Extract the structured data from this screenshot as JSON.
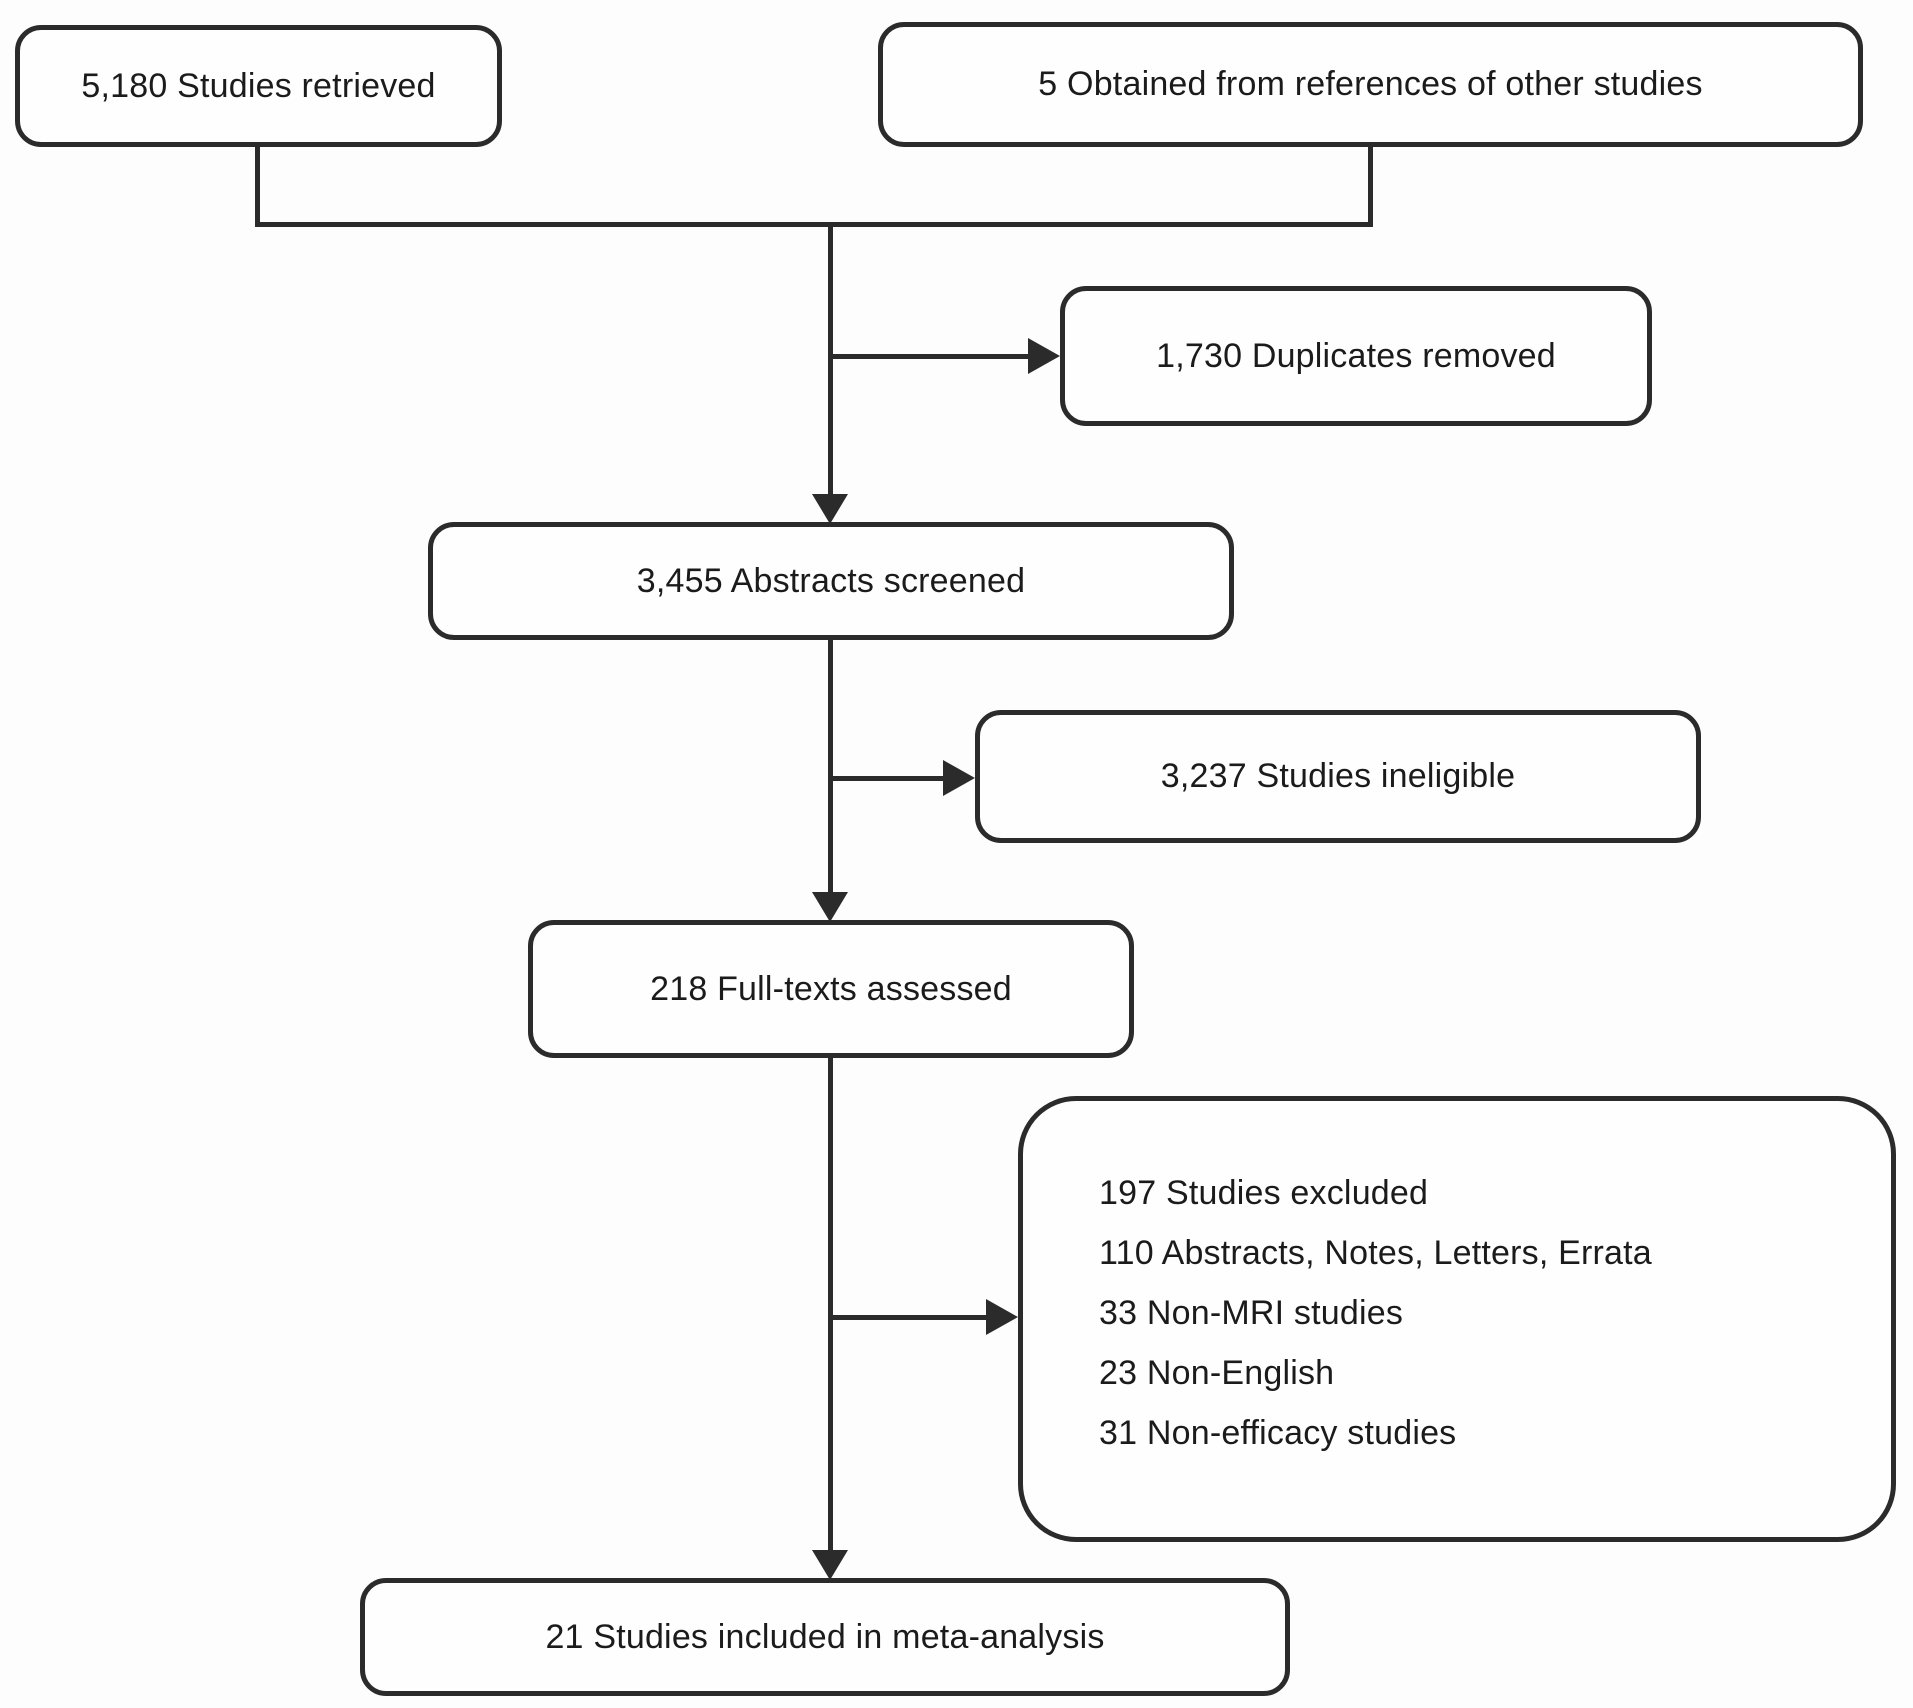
{
  "diagram": {
    "type": "flowchart",
    "subject": "study selection flow (PRISMA-style)",
    "background_color": "#fdfdfd",
    "line_color": "#2b2b2b",
    "text_color": "#1b1b1b",
    "boxes": {
      "retrieved": {
        "label": "5,180 Studies retrieved"
      },
      "references": {
        "label": "5 Obtained from references of other studies"
      },
      "duplicates": {
        "label": "1,730 Duplicates removed"
      },
      "abstracts": {
        "label": "3,455 Abstracts screened"
      },
      "ineligible": {
        "label": "3,237 Studies ineligible"
      },
      "fulltexts": {
        "label": "218 Full-texts assessed"
      },
      "excluded": {
        "items": [
          "197 Studies excluded",
          "110 Abstracts, Notes, Letters, Errata",
          "33 Non-MRI studies",
          "23 Non-English",
          "31 Non-efficacy studies"
        ]
      },
      "included": {
        "label": "21 Studies included in meta-analysis"
      }
    }
  }
}
